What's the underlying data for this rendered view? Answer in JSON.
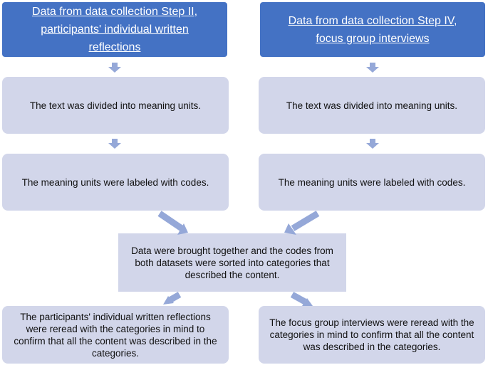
{
  "left": {
    "header_lines": [
      "Data from data collection Step II,",
      "participants' individual written",
      "reflections"
    ],
    "step1": "The text was divided into meaning units.",
    "step2": "The meaning units were labeled with codes."
  },
  "right": {
    "header_lines": [
      "Data from data collection Step IV,",
      "focus group interviews"
    ],
    "step1": "The text was divided into meaning units.",
    "step2": "The meaning units were labeled with codes."
  },
  "merge_lines": [
    "Data were brought together and the codes from",
    "both datasets were sorted into categories that",
    "described the content."
  ],
  "bottom_left_lines": [
    "The participants' individual written reflections",
    "were reread with the categories in mind to",
    "confirm that all the content was described in the",
    "categories."
  ],
  "bottom_right_lines": [
    "The focus group interviews were reread with the",
    "categories in mind to confirm that all the content",
    "was described in the categories."
  ],
  "colors": {
    "header": "#4472c4",
    "box": "#d2d6ea",
    "arrow": "#95a8d8"
  }
}
